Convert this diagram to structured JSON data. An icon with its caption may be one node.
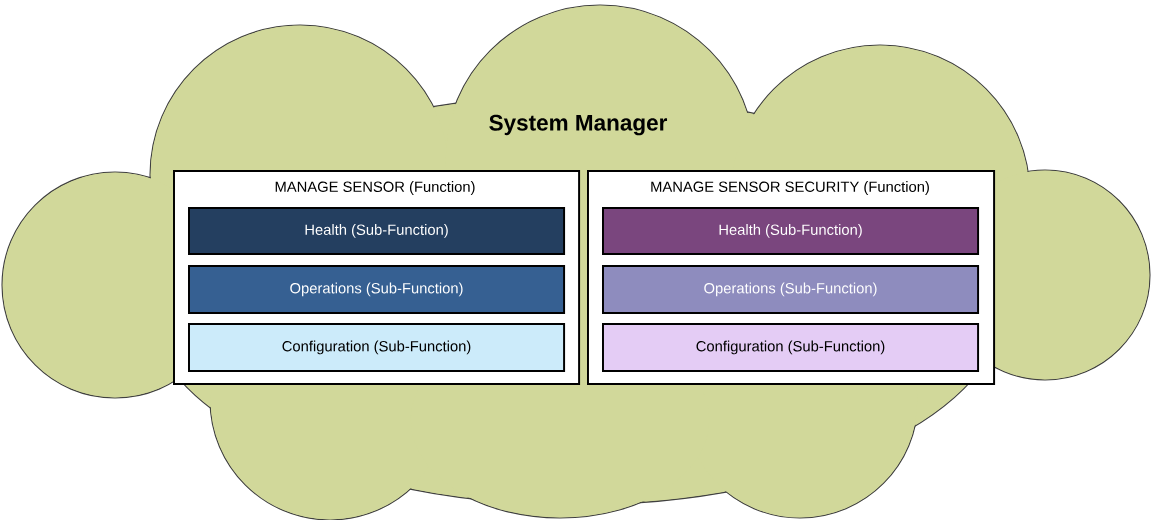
{
  "diagram": {
    "nodes": [
      {
        "text": [
          "System Manager"
        ]
      },
      {
        "text": [
          "MANAGE SENSOR (Function)"
        ],
        "in": 0
      },
      {
        "text": [
          "Health (Sub-Function)"
        ],
        "in": 1
      },
      {
        "text": [
          "Operations (Sub-Function)"
        ],
        "in": 1
      },
      {
        "text": [
          "Configuration (Sub-Function)"
        ],
        "in": 1
      },
      {
        "text": [
          "MANAGE SENSOR SECURITY (Function)"
        ],
        "in": 0
      },
      {
        "text": [
          "Health (Sub-Function)"
        ],
        "in": 5
      },
      {
        "text": [
          "Operations (Sub-Function)"
        ],
        "in": 5
      },
      {
        "text": [
          "Configuration (Sub-Function)"
        ],
        "in": 5
      }
    ]
  }
}
